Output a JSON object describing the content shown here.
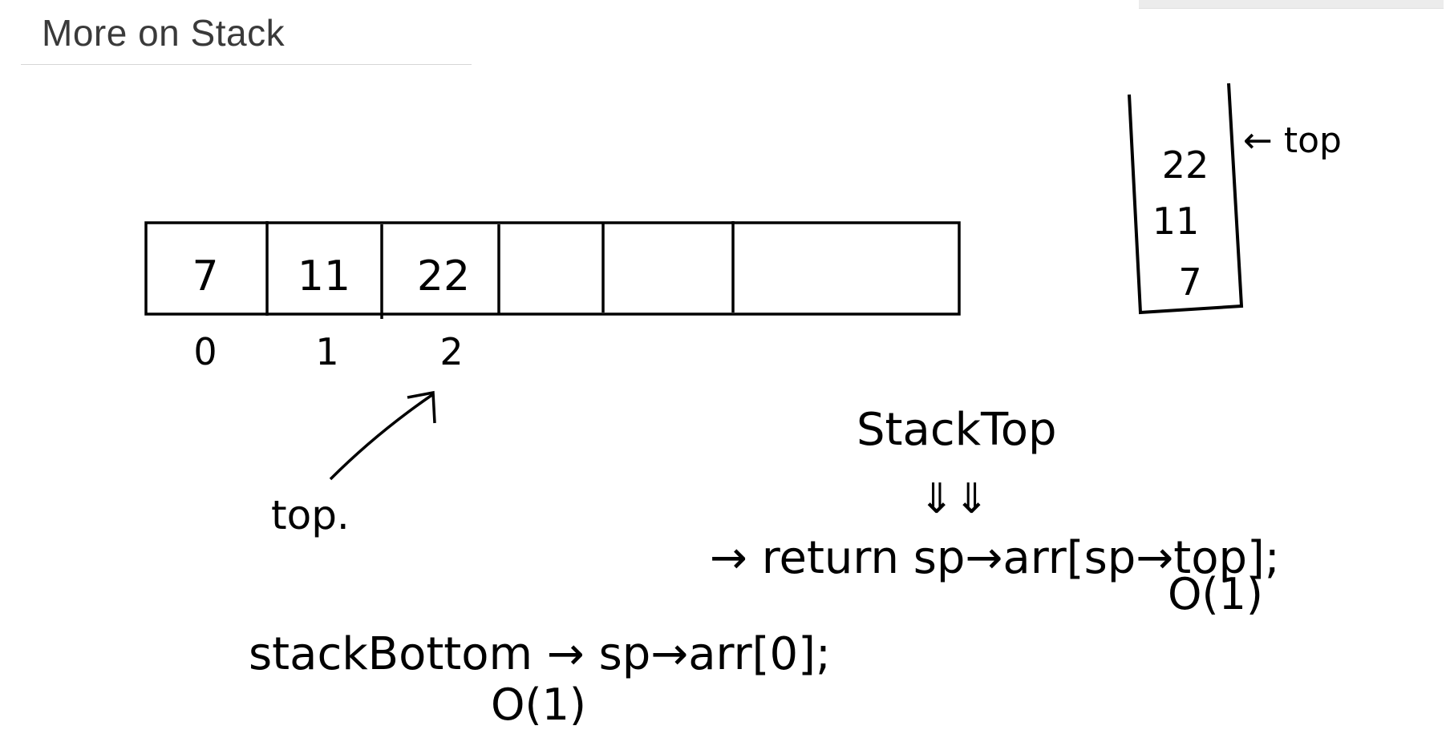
{
  "page": {
    "title": "More on Stack"
  },
  "array": {
    "cells": [
      "7",
      "11",
      "22",
      "",
      "",
      ""
    ],
    "indices": [
      "0",
      "1",
      "2"
    ]
  },
  "array_pointer": {
    "label": "top."
  },
  "vertical_stack": {
    "items": [
      "22",
      "11",
      "7"
    ],
    "pointer_label": "← top"
  },
  "stack_top": {
    "heading": "StackTop",
    "arrow": "⇓⇓",
    "code": "→ return sp→arr[sp→top];",
    "complexity": "O(1)"
  },
  "stack_bottom": {
    "code": "stackBottom → sp→arr[0];",
    "complexity": "O(1)"
  },
  "colors": {
    "ink": "#000000",
    "title": "#3a3a3a"
  }
}
